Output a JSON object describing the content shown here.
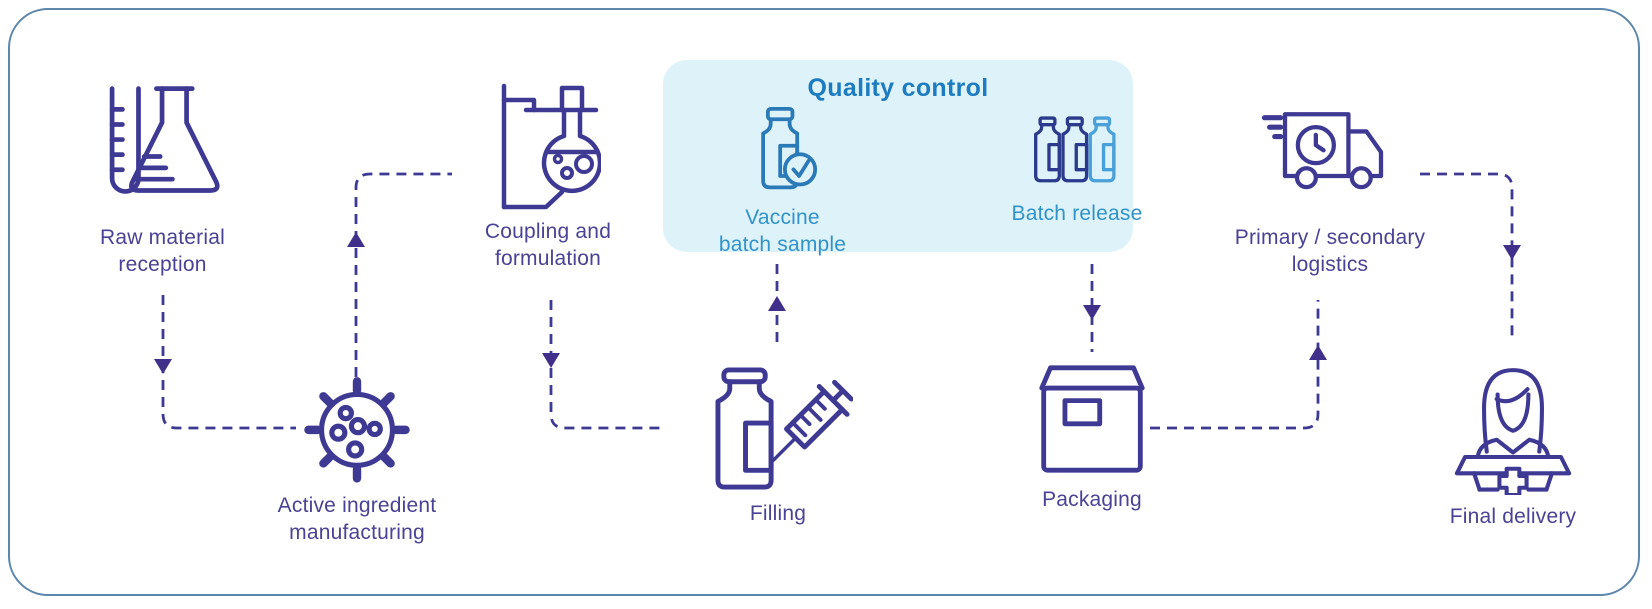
{
  "nodes": {
    "raw_material": {
      "label": "Raw material\nreception",
      "icon": "test-tube-flask-icon"
    },
    "active_ingredient": {
      "label": "Active ingredient\nmanufacturing",
      "icon": "virus-icon"
    },
    "coupling": {
      "label": "Coupling and\nformulation",
      "icon": "lab-stand-flask-icon"
    },
    "filling": {
      "label": "Filling",
      "icon": "vial-syringe-icon"
    },
    "packaging": {
      "label": "Packaging",
      "icon": "package-box-icon"
    },
    "logistics": {
      "label": "Primary / secondary\nlogistics",
      "icon": "delivery-truck-icon"
    },
    "final_delivery": {
      "label": "Final delivery",
      "icon": "pharmacist-counter-icon"
    }
  },
  "quality_control": {
    "title": "Quality control",
    "steps": {
      "vaccine_batch_sample": {
        "label": "Vaccine\nbatch sample",
        "icon": "vial-check-icon"
      },
      "batch_release": {
        "label": "Batch release",
        "icon": "vaccine-bottles-icon"
      }
    }
  },
  "colors": {
    "primary_purple": "#3e3a94",
    "label_purple": "#4a4294",
    "arrowhead_purple": "#41308a",
    "qc_background": "#def2f9",
    "qc_title_blue": "#1d7cc0",
    "qc_text_blue": "#3193cb",
    "qc_icon_blue": "#2a7ab8",
    "qc_arrow_blue": "#2a7cc0",
    "bottle_dark_navy": "#2b3a8c",
    "bottle_light_blue": "#4aa0d8",
    "frame_border_blue": "#5d87ad",
    "background": "#ffffff"
  }
}
